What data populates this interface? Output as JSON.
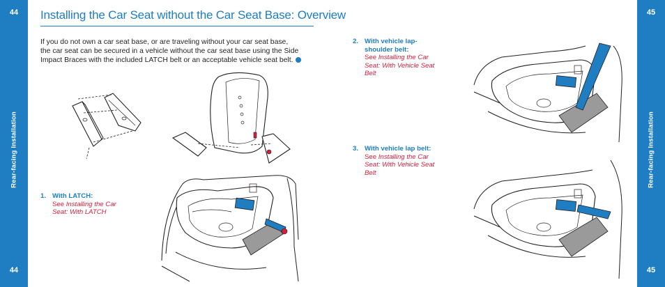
{
  "left_page": {
    "page_number": "44",
    "side_label": "Rear-facing Installation"
  },
  "right_page": {
    "page_number": "45",
    "side_label": "Rear-facing Installation"
  },
  "title": "Installing the Car Seat without the Car Seat Base: Overview",
  "intro": {
    "lines": [
      "If you do not own a car seat base, or are traveling without your car seat base,",
      "the car seat can be secured in a vehicle without the car seat base using the Side",
      "Impact Braces with the included LATCH belt or an acceptable vehicle seat belt."
    ]
  },
  "steps": [
    {
      "number": "1.",
      "heading_lines": [
        "With LATCH:"
      ],
      "see": "See",
      "reference_lines": [
        "Installing the Car",
        "Seat: With LATCH"
      ]
    },
    {
      "number": "2.",
      "heading_lines": [
        "With vehicle lap-",
        "shoulder belt:"
      ],
      "see": "See",
      "reference_lines": [
        "Installing the Car",
        "Seat: With Vehicle Seat",
        "Belt"
      ]
    },
    {
      "number": "3.",
      "heading_lines": [
        "With vehicle lap belt:"
      ],
      "see": "See",
      "reference_lines": [
        "Installing the Car",
        "Seat: With Vehicle Seat",
        "Belt"
      ]
    }
  ],
  "colors": {
    "accent_blue": "#1f7dc1",
    "reference_red": "#d21f3c",
    "body_text": "#231f20"
  }
}
